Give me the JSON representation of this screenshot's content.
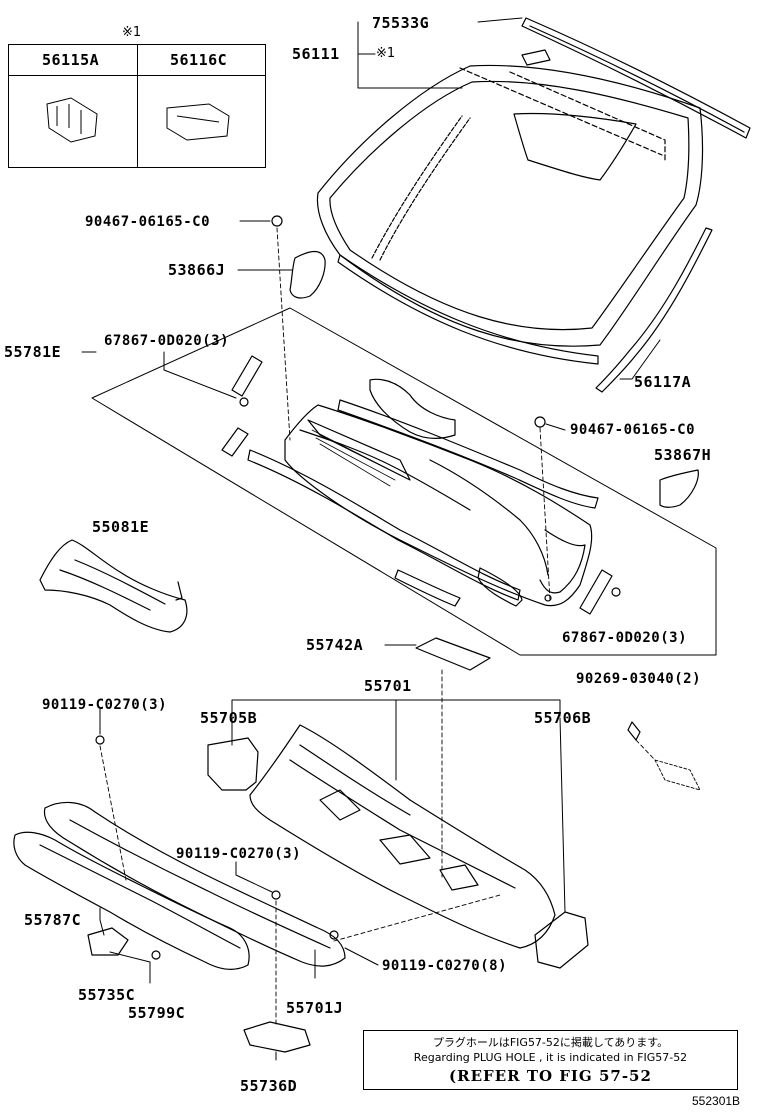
{
  "inset": {
    "mark": "※1",
    "col1": "56115A",
    "col2": "56116C"
  },
  "callouts": {
    "p75533G": "75533G",
    "p56111": "56111",
    "p56111_mark": "※1",
    "p90467_top": "90467-06165-C0",
    "p53866J": "53866J",
    "p55781E": "55781E",
    "p67867_left": "67867-0D020(3)",
    "p56117A": "56117A",
    "p90467_right": "90467-06165-C0",
    "p53867H": "53867H",
    "p55081E": "55081E",
    "p67867_right": "67867-0D020(3)",
    "p55742A": "55742A",
    "p55701": "55701",
    "p90269": "90269-03040(2)",
    "p90119_top": "90119-C0270(3)",
    "p55705B": "55705B",
    "p55706B": "55706B",
    "p90119_mid": "90119-C0270(3)",
    "p55787C": "55787C",
    "p90119_right": "90119-C0270(8)",
    "p55735C": "55735C",
    "p55799C": "55799C",
    "p55701J": "55701J",
    "p55736D": "55736D"
  },
  "note": {
    "line1": "プラグホールはFIG57-52に掲載してあります。",
    "line2": "Regarding PLUG HOLE , it is indicated in FIG57-52",
    "line3": "(REFER TO FIG 57-52"
  },
  "figure_number": "552301B"
}
